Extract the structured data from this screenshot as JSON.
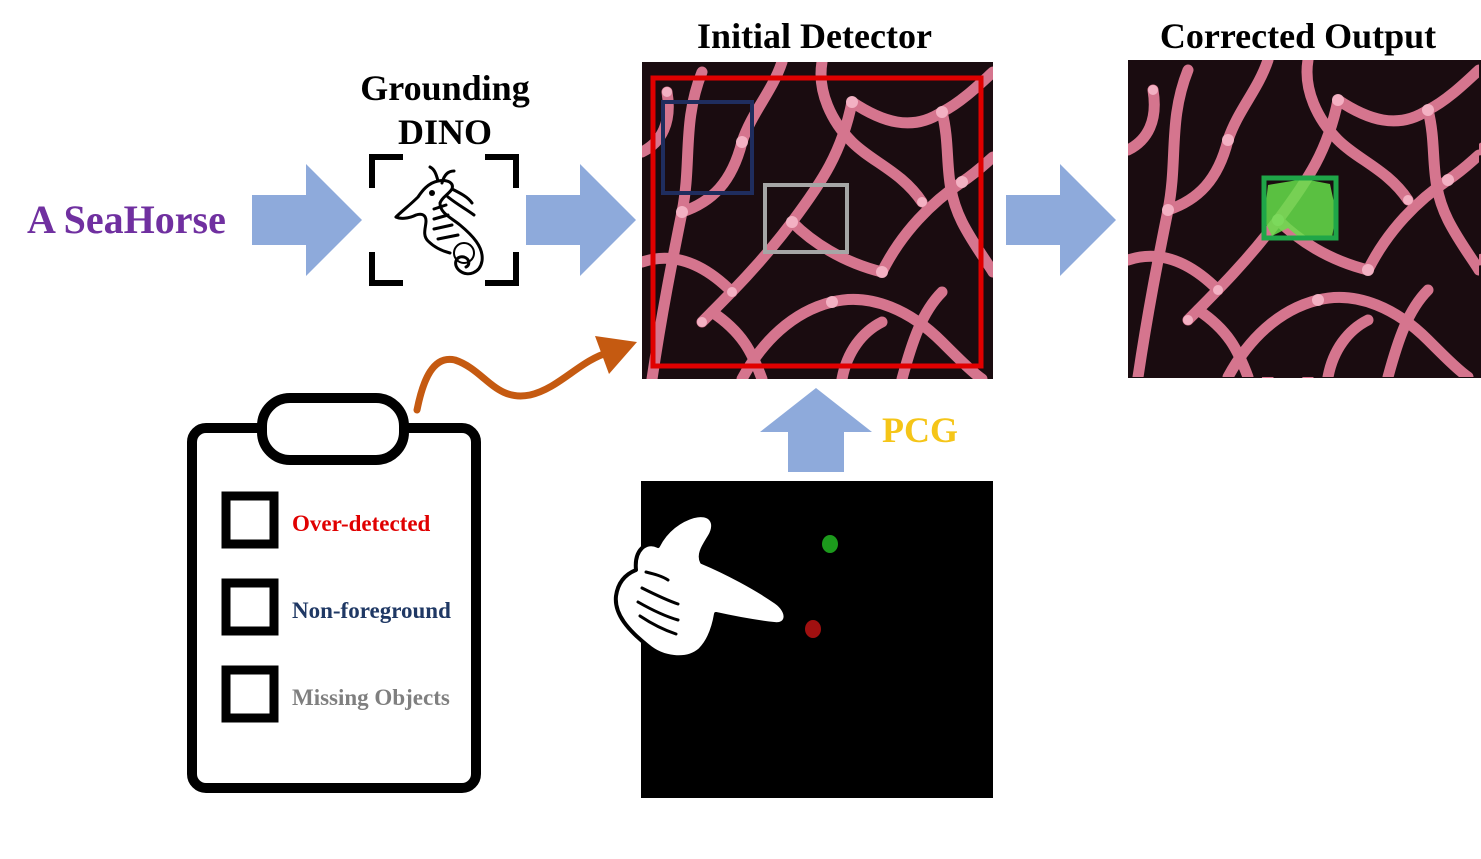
{
  "query": {
    "text": "A SeaHorse",
    "color": "#7030a0"
  },
  "grounding": {
    "title_line1": "Grounding",
    "title_line2": "DINO",
    "icon": "seahorse-icon"
  },
  "initial_detector": {
    "title": "Initial Detector",
    "boxes": [
      {
        "name": "over-detected-box",
        "color": "#e00000"
      },
      {
        "name": "non-foreground-box",
        "color": "#1f2d5e"
      },
      {
        "name": "missing-object-box",
        "color": "#a6a6a6"
      }
    ]
  },
  "corrected_output": {
    "title": "Corrected Output",
    "box_color": "#1fa648",
    "mask_color": "#66e04a"
  },
  "pcg": {
    "label": "PCG",
    "color": "#f5c518"
  },
  "checklist": {
    "items": [
      {
        "label": "Over-detected",
        "color": "#e00000"
      },
      {
        "label": "Non-foreground",
        "color": "#1f3864"
      },
      {
        "label": "Missing Objects",
        "color": "#7f7f7f"
      }
    ]
  },
  "click_panel": {
    "points": [
      {
        "name": "positive-click",
        "color": "#1c9a1c"
      },
      {
        "name": "negative-click",
        "color": "#a01010"
      }
    ],
    "icon": "pointing-hand-icon"
  },
  "colors": {
    "arrow": "#8eaadb",
    "curved_arrow": "#c55a11"
  }
}
